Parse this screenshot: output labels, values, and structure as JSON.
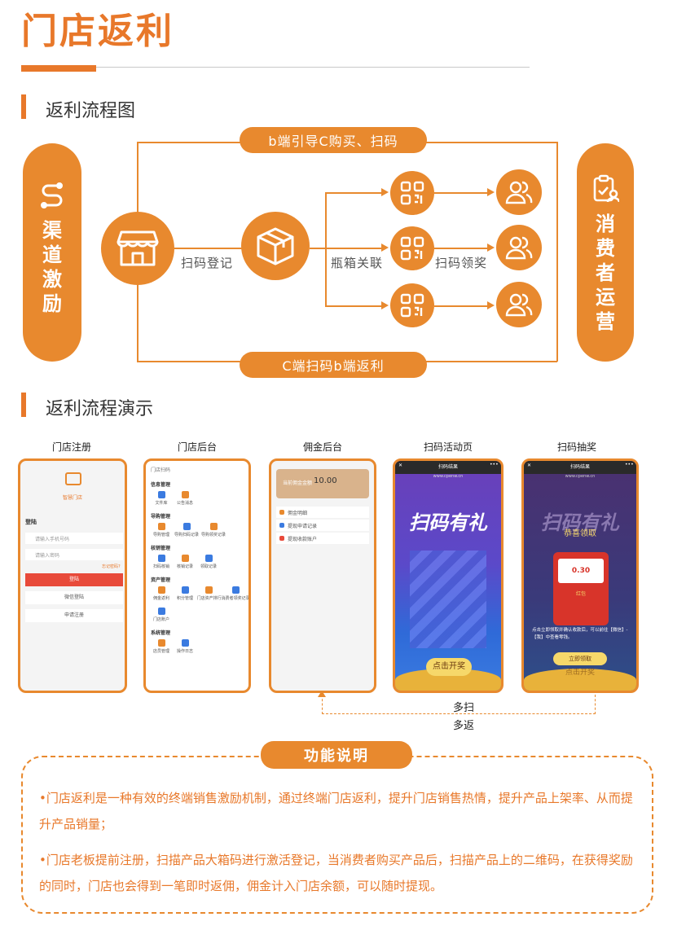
{
  "title": "门店返利",
  "section1": "返利流程图",
  "section2": "返利流程演示",
  "flow": {
    "left_pill": "渠道激励",
    "right_pill": "消费者运营",
    "top_pill": "b端引导C购买、扫码",
    "bottom_pill": "C端扫码b端返利",
    "label_register": "扫码登记",
    "label_link": "瓶箱关联",
    "label_reward": "扫码领奖"
  },
  "phones": {
    "caption1": "门店注册",
    "caption2": "门店后台",
    "caption3": "佣金后台",
    "caption4": "扫码活动页",
    "caption5": "扫码抽奖",
    "p1": {
      "brand": "智慧门店",
      "login": "登陆",
      "phone_ph": "请输入手机号码",
      "pwd_ph": "请输入密码",
      "forgot": "忘记密码?",
      "login_btn": "登陆",
      "wechat_btn": "微信登陆",
      "register_btn": "申请注册"
    },
    "p2": {
      "top": "门店扫码",
      "groups": [
        {
          "title": "信息管理",
          "items": [
            "文件库",
            "公告消息"
          ]
        },
        {
          "title": "导购管理",
          "items": [
            "导购管理",
            "导购扫码记录",
            "导购领奖记录"
          ]
        },
        {
          "title": "核销管理",
          "items": [
            "扫码核销",
            "核销记录",
            "领取记录"
          ]
        },
        {
          "title": "资产管理",
          "items": [
            "佣金返利",
            "积分管理",
            "门店资产排行",
            "消费者领奖记录"
          ]
        },
        {
          "title": "",
          "items": [
            "门店账户"
          ]
        },
        {
          "title": "系统管理",
          "items": [
            "店员管理",
            "操作日志"
          ]
        }
      ]
    },
    "p3": {
      "balance_label": "当前佣金金额",
      "balance": "10.00",
      "rows": [
        "佣金明细",
        "提现申请记录",
        "提现收款账户"
      ]
    },
    "p4": {
      "header": "扫码结果",
      "url": "www.cpenw.cn",
      "art": "扫码有礼",
      "btn": "点击开奖"
    },
    "p5": {
      "header": "扫码结果",
      "url": "www.cpenw.cn",
      "art": "扫码有礼",
      "congrats": "恭喜领取",
      "amount": "0.30",
      "packet": "红包",
      "note": "点击立即领取并确认收款后，可以前往【微信】-【我】中查看零钱。",
      "btn": "立即领取",
      "btn_behind": "点击开奖"
    },
    "multi_scan": "多扫",
    "multi_return": "多返"
  },
  "func": {
    "title": "功能说明",
    "p1": "•门店返利是一种有效的终端销售激励机制，通过终端门店返利，提升门店销售热情，提升产品上架率、从而提升产品销量；",
    "p2": "•门店老板提前注册，扫描产品大箱码进行激活登记，当消费者购买产品后，扫描产品上的二维码，在获得奖励的同时，门店也会得到一笔即时返佣，佣金计入门店余额，可以随时提现。"
  },
  "colors": {
    "accent": "#e8892e",
    "accent_text": "#e8782a"
  },
  "icons": [
    "route-icon",
    "store-icon",
    "box-icon",
    "qr-icon",
    "users-icon",
    "clipboard-icon"
  ]
}
